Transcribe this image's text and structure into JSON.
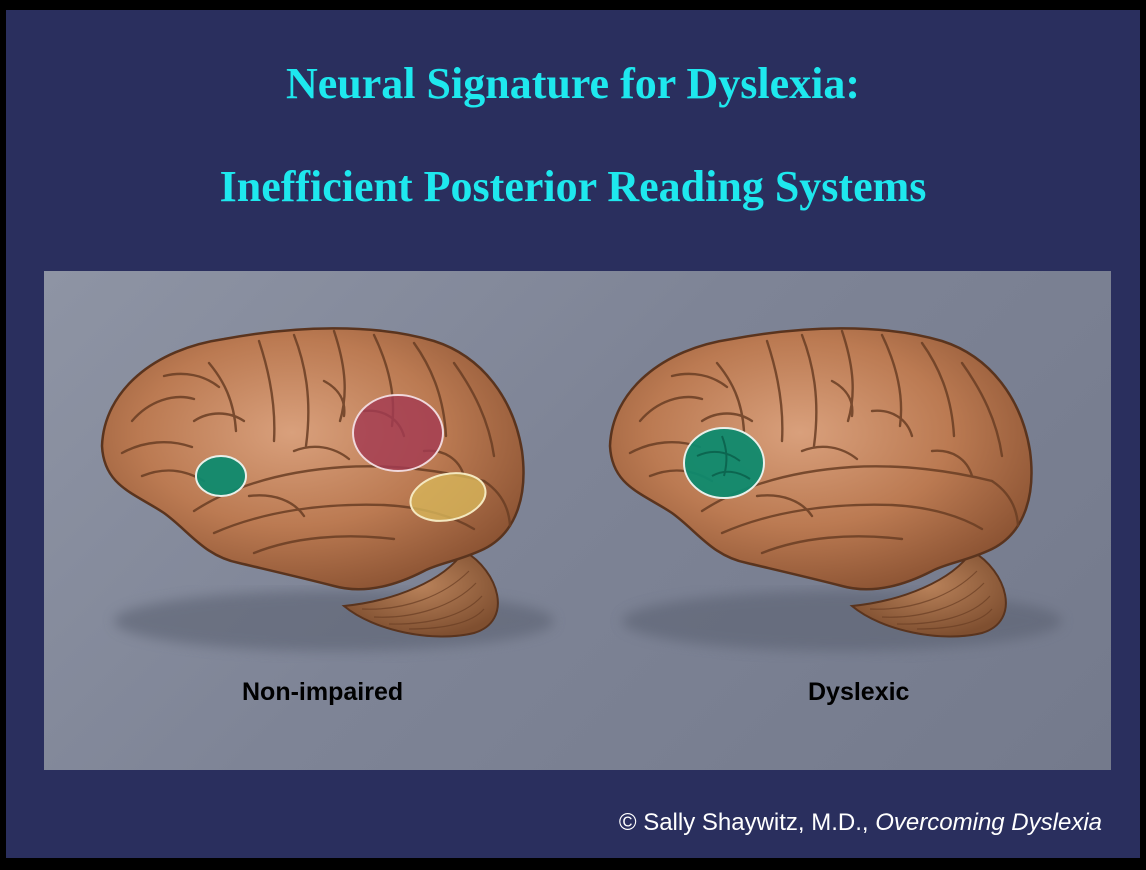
{
  "slide": {
    "title_line_1": "Neural Signature for Dyslexia:",
    "title_line_2": "Inefficient Posterior Reading Systems",
    "title_color": "#1ee8ee",
    "background_color": "#2a2f5e"
  },
  "figure": {
    "left_brain_label": "Non-impaired",
    "right_brain_label": "Dyslexic",
    "left_brain_regions": [
      "green",
      "red",
      "yellow"
    ],
    "right_brain_regions": [
      "green"
    ],
    "region_colors": {
      "green": "#0e8a6e",
      "red": "#a33a52",
      "yellow": "#d8b65a"
    }
  },
  "credit": {
    "author": "© Sally Shaywitz, M.D.,",
    "book_title": "Overcoming Dyslexia"
  }
}
